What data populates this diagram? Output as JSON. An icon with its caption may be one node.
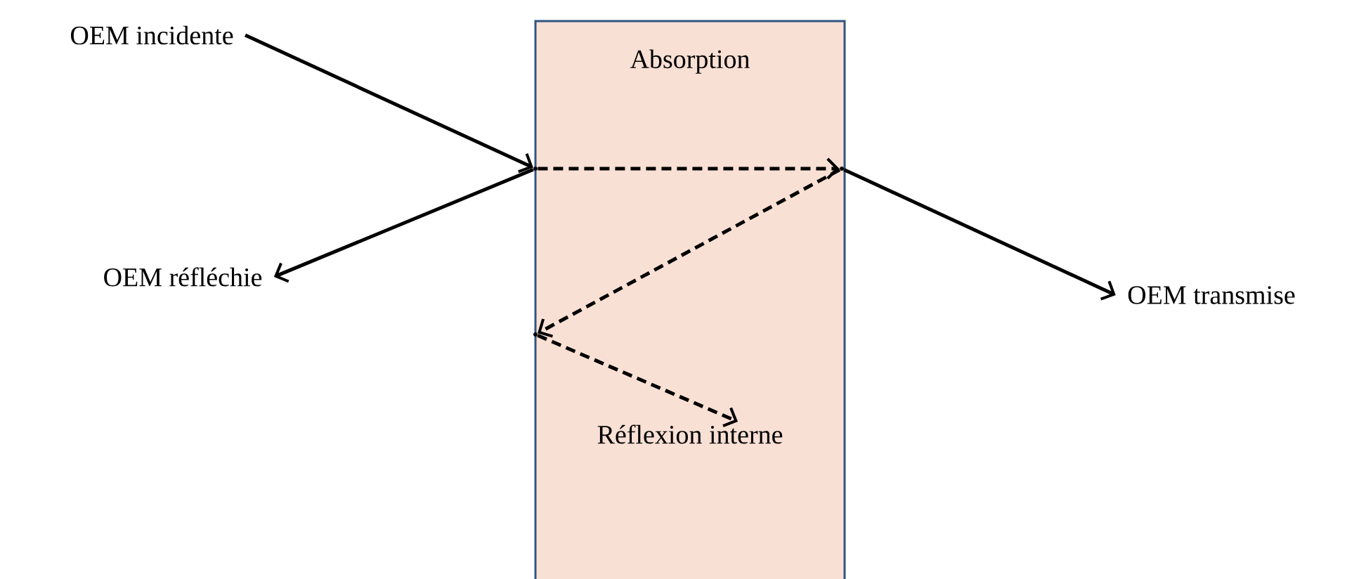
{
  "diagram": {
    "nodes": [
      {
        "text": [
          "Absorption"
        ]
      },
      {
        "text": [
          "OEM incidente"
        ]
      },
      {
        "text": [
          "OEM réfléchie"
        ]
      },
      {
        "text": [
          "OEM transmise"
        ]
      },
      {
        "text": [
          "Réflexion interne"
        ],
        "in": 0
      },
      {
        "text": [],
        "shape": "point",
        "in": 0
      },
      {
        "text": [],
        "shape": "point",
        "in": 0
      },
      {
        "text": [],
        "shape": "point",
        "in": 0
      }
    ],
    "edges": [
      {
        "from": 1,
        "to": 5,
        "arrow": "to"
      },
      {
        "from": 5,
        "to": 2,
        "arrow": "to"
      },
      {
        "from": 5,
        "to": 6,
        "arrow": "to",
        "style": "dashed"
      },
      {
        "from": 6,
        "to": 3,
        "arrow": "to"
      },
      {
        "from": 6,
        "to": 7,
        "arrow": "to",
        "style": "dashed"
      },
      {
        "from": 7,
        "to": 4,
        "arrow": "to",
        "style": "dashed"
      }
    ]
  }
}
